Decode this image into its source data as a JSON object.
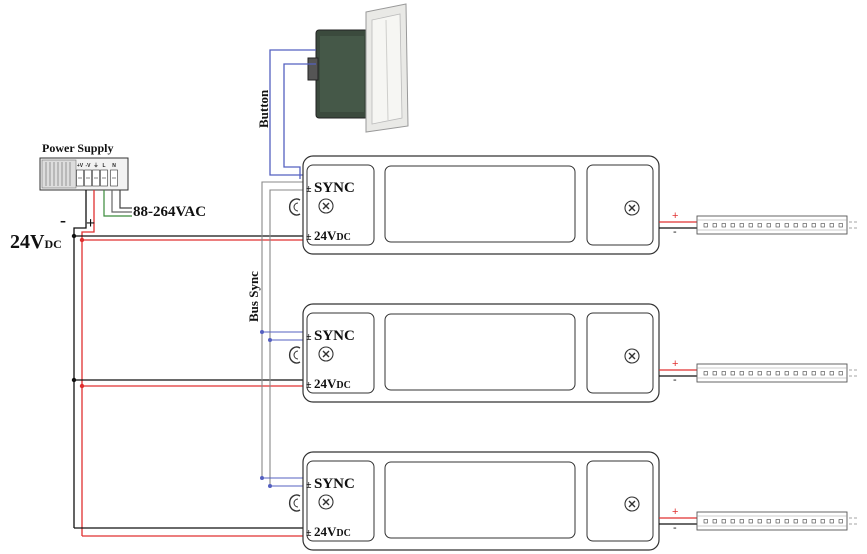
{
  "power_supply": {
    "title": "Power Supply",
    "terminal_labels": [
      "+V",
      "-V",
      "⏚",
      "L",
      "N"
    ],
    "ac_input": "88-264VAC",
    "dc_label_main": "24V",
    "dc_label_sub": "DC",
    "minus_sign": "-",
    "plus_sign": "+"
  },
  "wires": {
    "button_label": "Button",
    "bus_label": "Bus Sync"
  },
  "controllers": [
    {
      "sync_label": "SYNC",
      "power_label": "24V",
      "power_sub": "DC",
      "sync_pol": "±",
      "power_pol": "±",
      "out_plus": "+",
      "out_minus": "-"
    },
    {
      "sync_label": "SYNC",
      "power_label": "24V",
      "power_sub": "DC",
      "sync_pol": "±",
      "power_pol": "±",
      "out_plus": "+",
      "out_minus": "-"
    },
    {
      "sync_label": "SYNC",
      "power_label": "24V",
      "power_sub": "DC",
      "sync_pol": "±",
      "power_pol": "±",
      "out_plus": "+",
      "out_minus": "-"
    }
  ],
  "colors": {
    "positive_wire": "#e03030",
    "negative_wire": "#111111",
    "button_wire": "#5560c0",
    "bus_wire": "#888888",
    "button_text": "#4a56b8",
    "bus_text": "#8a8a8a"
  }
}
